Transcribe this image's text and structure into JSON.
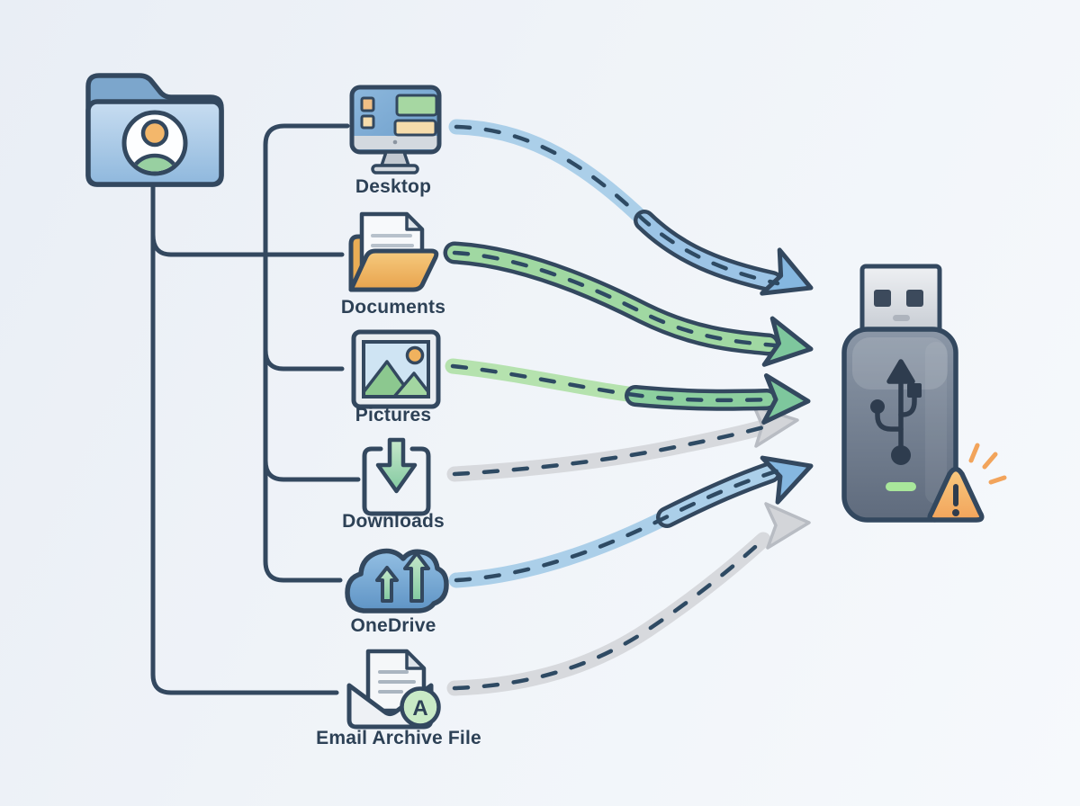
{
  "diagram_type": "user-data-to-usb-backup-flow",
  "source_folder": {
    "icon": "user-folder-icon"
  },
  "items": [
    {
      "label": "Desktop",
      "icon": "desktop-monitor-icon",
      "arrow_style": "blue-dashed"
    },
    {
      "label": "Documents",
      "icon": "documents-folder-icon",
      "arrow_style": "green-dashed"
    },
    {
      "label": "Pictures",
      "icon": "pictures-image-icon",
      "arrow_style": "light-green-dashed"
    },
    {
      "label": "Downloads",
      "icon": "downloads-tray-icon",
      "arrow_style": "gray-dashed"
    },
    {
      "label": "OneDrive",
      "icon": "onedrive-cloud-icon",
      "arrow_style": "blue-dashed"
    },
    {
      "label": "Email Archive File",
      "icon": "email-archive-icon",
      "arrow_style": "gray-dashed"
    }
  ],
  "email_badge": {
    "label": "A"
  },
  "destination": {
    "icon": "usb-drive-icon",
    "status_icons": [
      "usb-symbol-icon",
      "led-indicator",
      "warning-triangle-icon"
    ]
  },
  "palette": {
    "outline_navy": "#33485f",
    "dash_navy": "#2e4a63",
    "text_navy": "#2d4156",
    "arrow_blue": "#abcfe9",
    "arrow_blue_head": "#85b7e0",
    "arrow_green": "#a0d8a2",
    "arrow_light_green": "#b5e2ae",
    "arrow_green_head": "#7ec79d",
    "arrow_gray": "#d7d9dd",
    "arrow_gray_head": "#d3d5d9",
    "folder_blue_back": "#7ca6cc",
    "folder_blue_front": "#aecde9",
    "usb_body_gray": "#76818f",
    "usb_connector_gray": "#dde1e6",
    "led_green": "#a9e79b",
    "warning_orange": "#f4b469",
    "badge_green": "#c9eac6"
  }
}
